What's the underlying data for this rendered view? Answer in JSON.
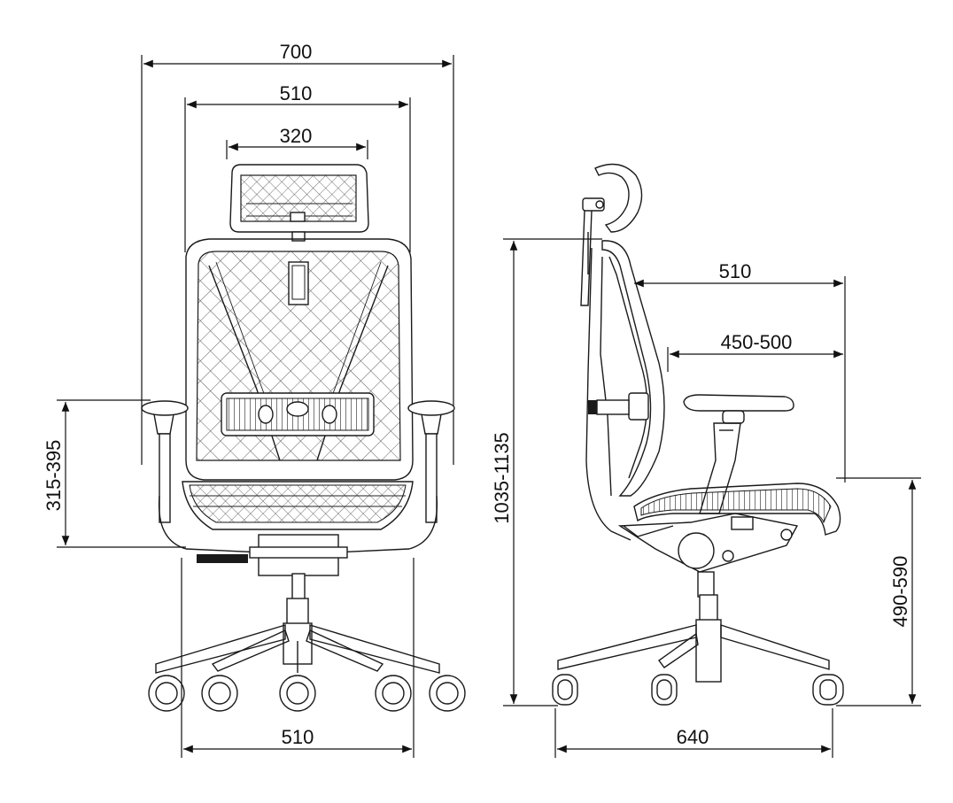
{
  "front_view": {
    "overall_width": "700",
    "backrest_width": "510",
    "headrest_width": "320",
    "armrest_height": "315-395",
    "base_width": "510"
  },
  "side_view": {
    "total_height": "1035-1135",
    "back_depth": "510",
    "seat_depth": "450-500",
    "seat_height": "490-590",
    "base_depth": "640"
  }
}
